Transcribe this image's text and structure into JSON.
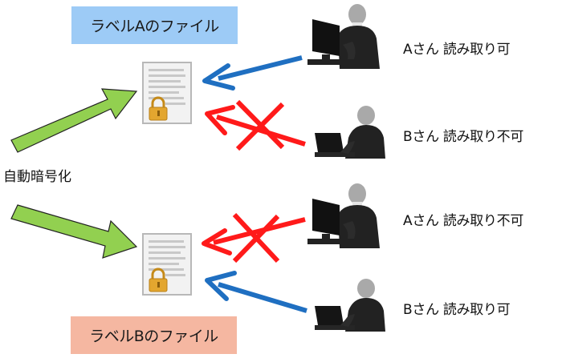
{
  "labels": {
    "label_a": "ラベルAのファイル",
    "label_b": "ラベルBのファイル",
    "auto_encrypt": "自動暗号化"
  },
  "access": {
    "a_read_ok_top": "Aさん 読み取り可",
    "b_read_ng_top": "Bさん 読み取り不可",
    "a_read_ng_bottom": "Aさん 読み取り不可",
    "b_read_ok_bottom": "Bさん 読み取り可"
  },
  "colors": {
    "label_a_bg": "#9dcbf6",
    "label_b_bg": "#f5b7a1",
    "green_arrow": "#92d050",
    "blue_arrow": "#1f6fc1",
    "red_cross": "#ff1a1a",
    "lock": "#e3a62f",
    "silhouette": "#222222"
  },
  "icons": {
    "document": "locked-document-icon",
    "person_pc": "person-at-computer-icon",
    "person_laptop": "person-at-laptop-icon"
  }
}
